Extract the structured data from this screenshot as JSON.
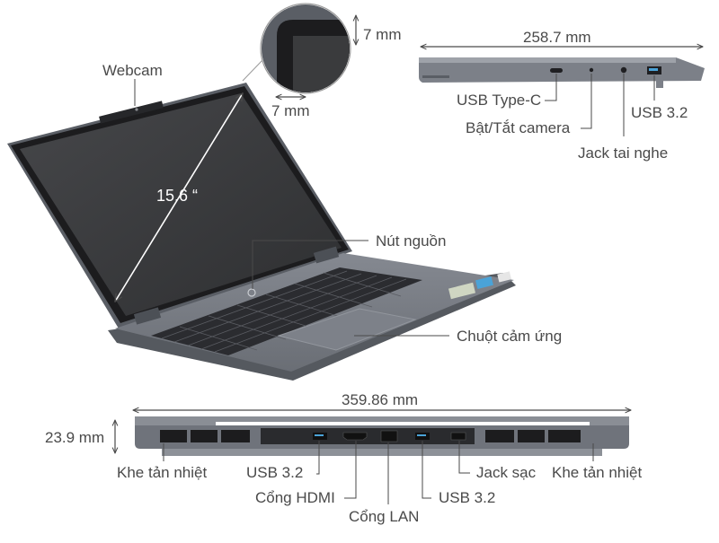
{
  "labels": {
    "webcam": "Webcam",
    "bezel_v": "7 mm",
    "bezel_h": "7 mm",
    "screen_size": "15.6 “",
    "power_button": "Nút nguồn",
    "touchpad": "Chuột cảm ứng",
    "side_width": "258.7 mm",
    "usb_c": "USB Type-C",
    "camera_switch": "Bật/Tắt camera",
    "headphone_jack": "Jack tai nghe",
    "usb32_side": "USB 3.2",
    "back_width": "359.86 mm",
    "thickness": "23.9 mm",
    "vent_left": "Khe tản nhiệt",
    "usb32_back_left": "USB 3.2",
    "hdmi": "Cổng HDMI",
    "lan": "Cổng LAN",
    "usb32_back_right": "USB 3.2",
    "charge_jack": "Jack sạc",
    "vent_right": "Khe tản nhiệt"
  },
  "colors": {
    "body": "#6f737b",
    "body_dark": "#55595f",
    "screen": "#3a3b3d",
    "bezel": "#1c1c1e",
    "keys": "#2b2c30",
    "leader": "#4a4a4a"
  }
}
